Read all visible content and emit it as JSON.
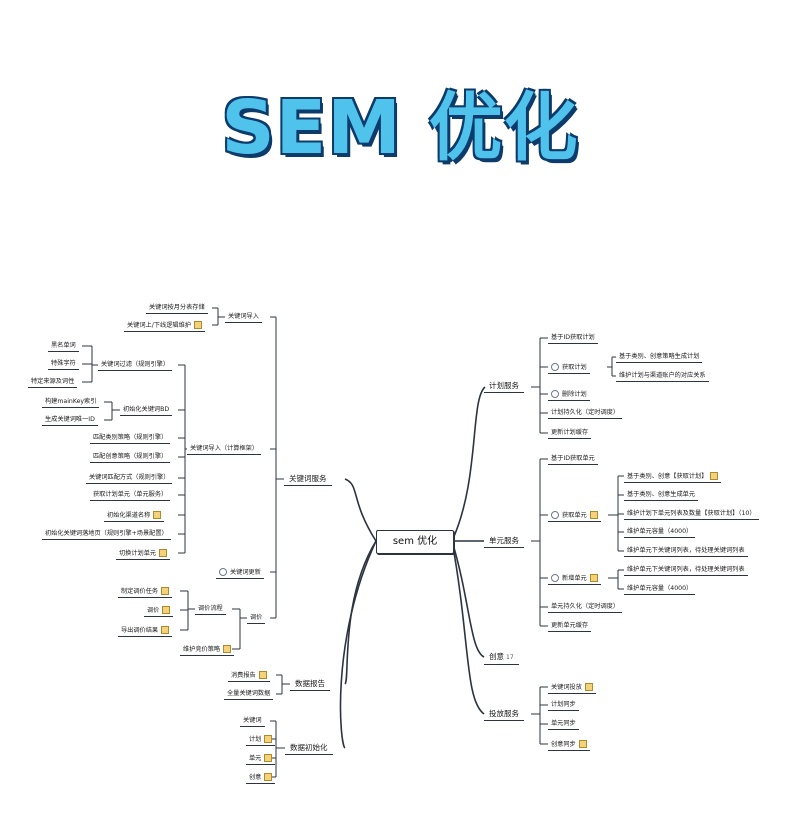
{
  "title": "SEM 优化",
  "root": "sem 优化",
  "right": {
    "plan": {
      "label": "计划服务",
      "children": [
        "基于ID获取计划",
        "获取计划",
        "删除计划",
        "计划持久化（定时调度）",
        "更新计划缓存"
      ],
      "sub": [
        "基于类别、创意策略生成计划",
        "维护计划与渠道账户的对应关系"
      ]
    },
    "unit": {
      "label": "单元服务",
      "children": [
        "基于ID获取单元",
        "获取单元",
        "新增单元",
        "单元持久化（定时调度）",
        "更新单元缓存"
      ],
      "get_sub": [
        "基于类别、创意【获取计划】",
        "基于类别、创意生成单元",
        "维护计划下单元列表及数量【获取计划】（10）",
        "维护单元容量（4000）",
        "维护单元下关键词列表，待处理关键词列表"
      ],
      "add_sub": [
        "维护单元下关键词列表，待处理关键词列表",
        "维护单元容量（4000）"
      ]
    },
    "creative": {
      "label": "创意",
      "count": "17"
    },
    "deliver": {
      "label": "投放服务",
      "children": [
        "关键词投放",
        "计划同步",
        "单元同步",
        "创意同步"
      ]
    }
  },
  "left": {
    "keyword": {
      "label": "关键词服务",
      "import": {
        "label": "关键词导入",
        "children": [
          "关键词按月分表存储",
          "关键词上/下线逻辑维护"
        ]
      },
      "filter": {
        "label": "关键词过滤（规则引擎）",
        "children": [
          "黑名单词",
          "特殊字符",
          "特定来源及词性"
        ]
      },
      "init": {
        "label": "初始化关键词BD",
        "children": [
          "构建mainKey索引",
          "生成关键词唯一ID"
        ]
      },
      "storage": {
        "label": "关键词导入（计算框架）",
        "children": [
          "匹配类别策略（规则引擎）",
          "匹配创意策略（规则引擎）",
          "关键词匹配方式（规则引擎）",
          "获取计划单元（单元服务）",
          "初始化渠道名称",
          "初始化关键词落地页（规则引擎+场景配置）",
          "切换计划单元"
        ]
      },
      "update": {
        "label": "关键词更新"
      },
      "tune": {
        "label": "调价",
        "sched": {
          "label": "调价流程",
          "children": [
            "制定调价任务",
            "调价",
            "导出调价结果"
          ]
        },
        "strategy": "维护竞价策略"
      }
    },
    "report": {
      "label": "数据报告",
      "children": [
        "消费报告",
        "全量关键词数据"
      ]
    },
    "init": {
      "label": "数据初始化",
      "children": [
        "关键词",
        "计划",
        "单元",
        "创意"
      ]
    }
  }
}
